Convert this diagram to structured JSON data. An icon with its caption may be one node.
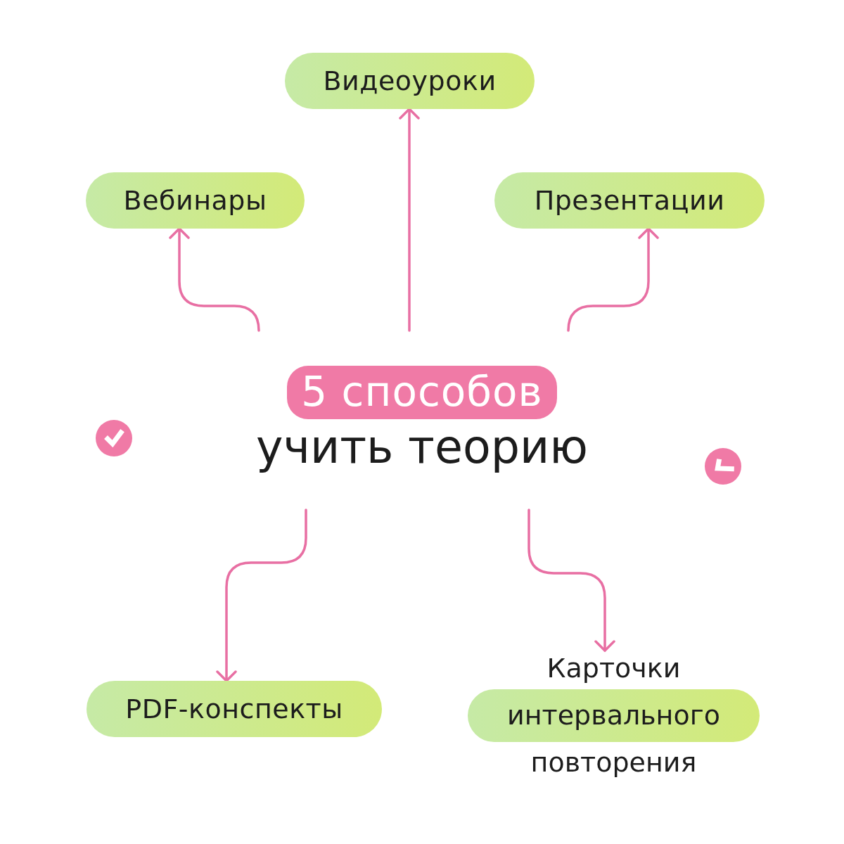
{
  "diagram": {
    "nodes": [
      {
        "text": [
          "5 способов",
          "учить теорию"
        ]
      },
      {
        "text": [
          "Видеоуроки"
        ]
      },
      {
        "text": [
          "Вебинары"
        ]
      },
      {
        "text": [
          "Презентации"
        ]
      },
      {
        "text": [
          "PDF-конспекты"
        ]
      },
      {
        "text": [
          "Карточки интервального повторения"
        ]
      }
    ],
    "edges": [
      {
        "from": 0,
        "to": 1,
        "arrow": "to"
      },
      {
        "from": 0,
        "to": 2,
        "arrow": "to"
      },
      {
        "from": 0,
        "to": 3,
        "arrow": "to"
      },
      {
        "from": 0,
        "to": 4,
        "arrow": "to"
      },
      {
        "from": 0,
        "to": 5,
        "arrow": "to"
      }
    ]
  }
}
